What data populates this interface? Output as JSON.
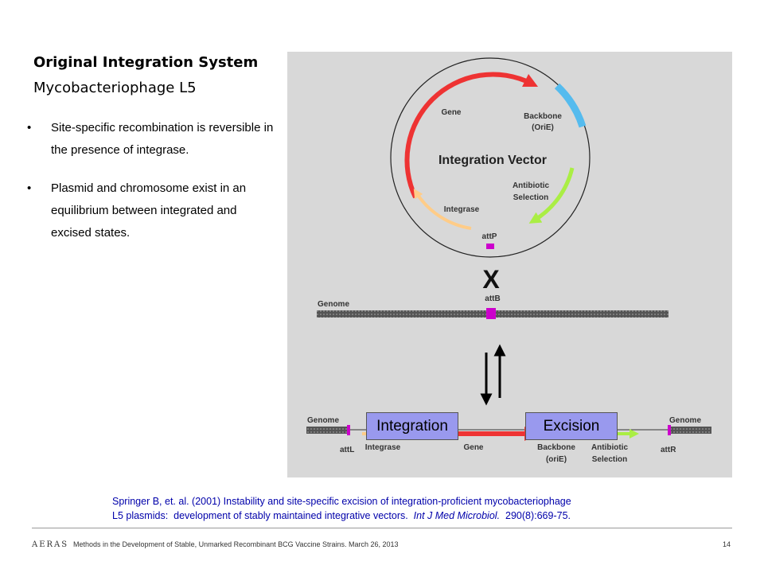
{
  "slide": {
    "title": "Original Integration System",
    "subtitle": "Mycobacteriophage L5",
    "bullets": [
      "Site-specific recombination is reversible in the presence of integrase.",
      "Plasmid and chromosome exist in an equilibrium between integrated and excised states."
    ],
    "bullet_symbol": "•"
  },
  "diagram": {
    "vector": {
      "title": "Integration Vector",
      "gene": "Gene",
      "backbone": "Backbone",
      "backbone_sub": "(OriE)",
      "antibiotic": "Antibiotic",
      "antibiotic_sub": "Selection",
      "integrase": "Integrase",
      "attp": "attP"
    },
    "cross": "X",
    "genome_top": {
      "label": "Genome",
      "attb": "attB"
    },
    "buttons": {
      "integration": "Integration",
      "excision": "Excision"
    },
    "bottom": {
      "genome_left": "Genome",
      "genome_right": "Genome",
      "attl": "attL",
      "integrase": "Integrase",
      "gene": "Gene",
      "backbone": "Backbone",
      "backbone_sub": "(oriE)",
      "antibiotic": "Antibiotic",
      "antibiotic_sub": "Selection",
      "attr": "attR"
    },
    "colors": {
      "gene": "#ee3333",
      "backbone": "#55bbee",
      "antibiotic": "#aaee44",
      "integrase": "#ffcc88",
      "att": "#cc00cc",
      "button": "#9999ee",
      "panel": "#d8d8d8"
    }
  },
  "citation": {
    "line1": "Springer B, et. al.  (2001)  Instability and site-specific excision of integration-proficient mycobacteriophage",
    "line2_plain": "L5 plasmids:  development of stably maintained integrative vectors.  ",
    "line2_journal": "Int J Med Microbiol.",
    "line2_tail": "  290(8):669-75."
  },
  "footer": {
    "logo": "AERAS",
    "text": "Methods in the Development of Stable, Unmarked Recombinant BCG Vaccine Strains. March 26, 2013",
    "page": "14"
  }
}
